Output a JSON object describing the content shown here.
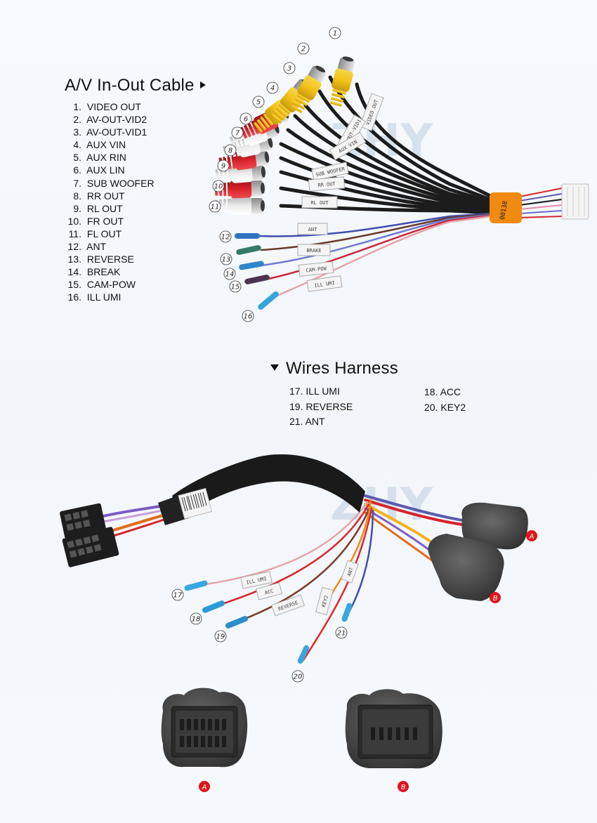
{
  "av_section": {
    "title": "A/V In-Out Cable",
    "items": [
      {
        "n": "1.",
        "label": "VIDEO OUT"
      },
      {
        "n": "2.",
        "label": "AV-OUT-VID2"
      },
      {
        "n": "3.",
        "label": "AV-OUT-VID1"
      },
      {
        "n": "4.",
        "label": "AUX VIN"
      },
      {
        "n": "5.",
        "label": "AUX RIN"
      },
      {
        "n": "6.",
        "label": "AUX LIN"
      },
      {
        "n": "7.",
        "label": "SUB WOOFER"
      },
      {
        "n": "8.",
        "label": "RR OUT"
      },
      {
        "n": "9.",
        "label": "RL OUT"
      },
      {
        "n": "10.",
        "label": "FR OUT"
      },
      {
        "n": "11.",
        "label": "FL OUT"
      },
      {
        "n": "12.",
        "label": "ANT"
      },
      {
        "n": "13.",
        "label": "REVERSE"
      },
      {
        "n": "14.",
        "label": "BREAK"
      },
      {
        "n": "15.",
        "label": "CAM-POW"
      },
      {
        "n": "16.",
        "label": "ILL UMI"
      }
    ],
    "callouts": [
      "1",
      "2",
      "3",
      "4",
      "5",
      "6",
      "7",
      "8",
      "9",
      "10",
      "11",
      "12",
      "13",
      "14",
      "15",
      "16"
    ],
    "tags": [
      "VIDEO OUT",
      "AV-OUT-VID1",
      "AUX VIN",
      "SUB WOOFER",
      "RR OUT",
      "RL OUT",
      "ANT",
      "BRAKE",
      "CAM-POW",
      "ILL UMI"
    ],
    "connector_label": "00138"
  },
  "wires_section": {
    "title": "Wires Harness",
    "col1": [
      {
        "n": "17.",
        "label": "ILL UMI"
      },
      {
        "n": "19.",
        "label": "REVERSE"
      },
      {
        "n": "21.",
        "label": "ANT"
      }
    ],
    "col2": [
      {
        "n": "18.",
        "label": "ACC"
      },
      {
        "n": "20.",
        "label": "KEY2"
      }
    ],
    "callouts": [
      "17",
      "18",
      "19",
      "20",
      "21"
    ],
    "tags": [
      "ILL UMI",
      "ACC",
      "REVERSE",
      "KEY2",
      "ANT"
    ],
    "plug_labels": [
      "A",
      "B"
    ]
  },
  "watermark": "ZHY",
  "colors": {
    "yellow": "#f3c21a",
    "red": "#d8232a",
    "white": "#eeeeee",
    "marker": "#e0141b",
    "tip_blue": "#3aa6e0",
    "foam": "#4a4a4a"
  }
}
